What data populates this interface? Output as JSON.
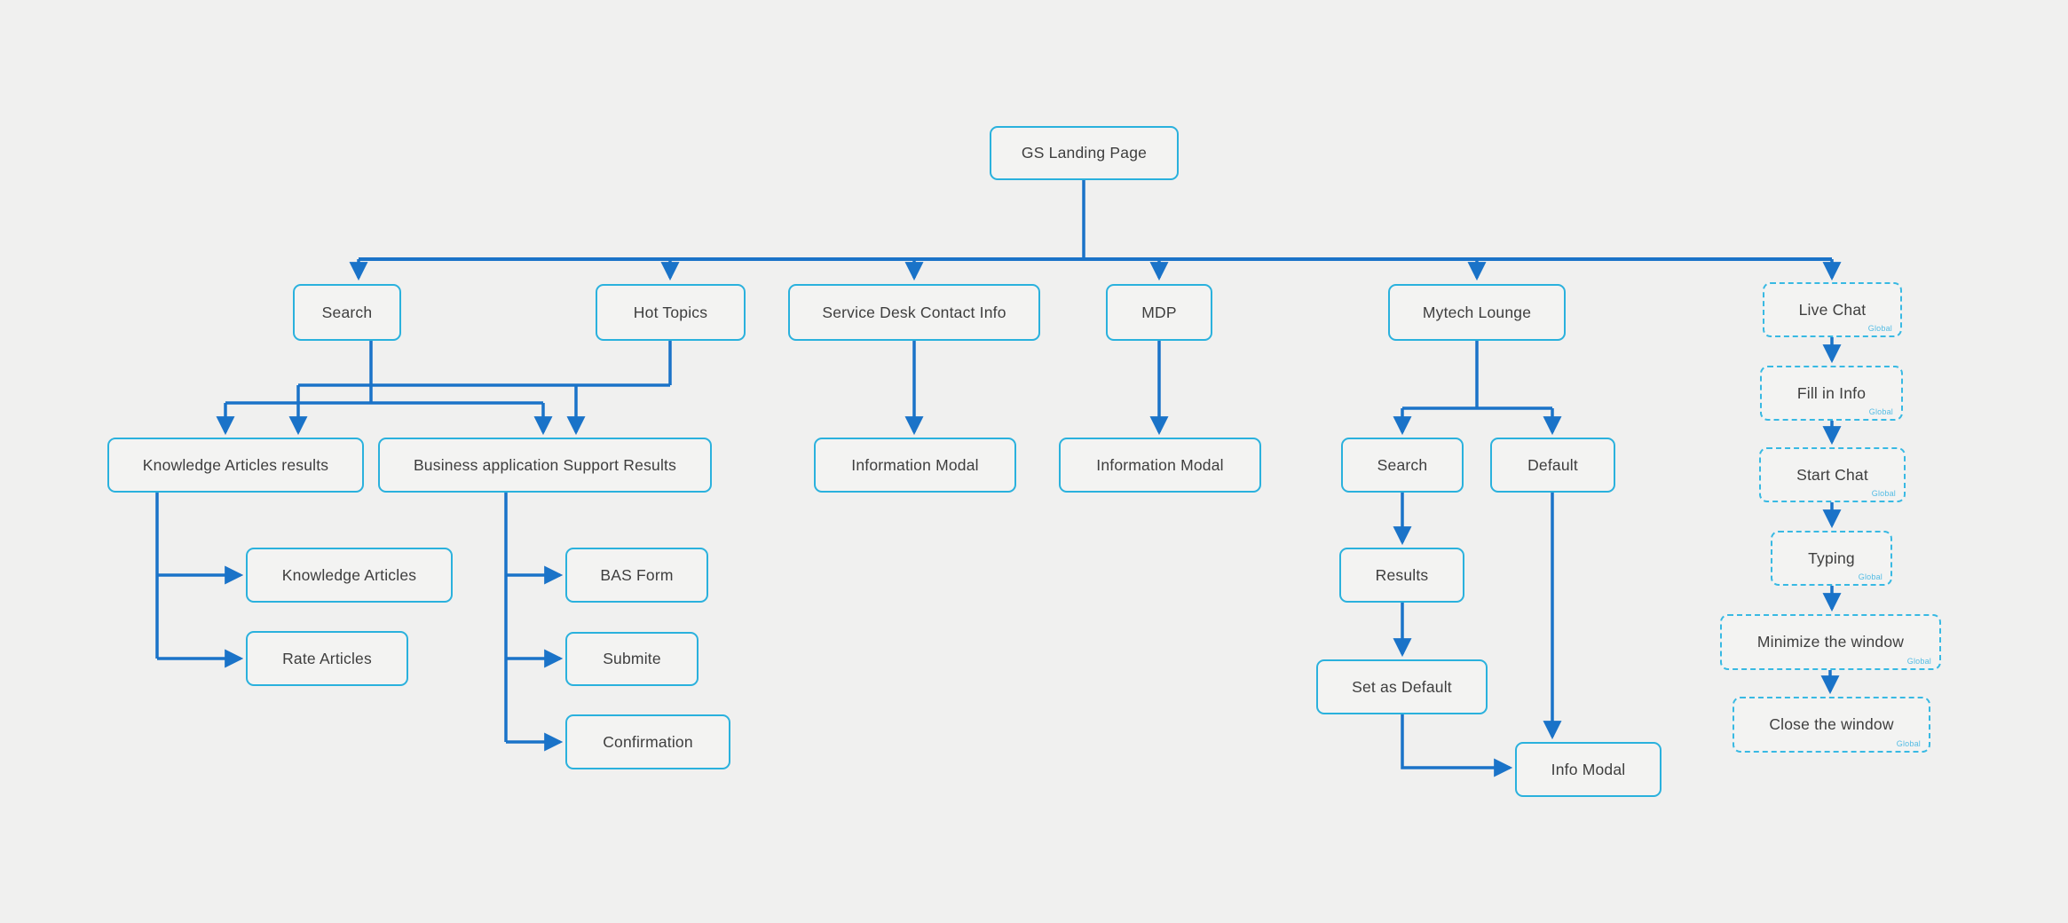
{
  "diagram": {
    "type": "flowchart-sitemap",
    "root": "GS Landing Page"
  },
  "colors": {
    "background": "#f0f0ef",
    "node_fill": "#f3f3f2",
    "node_border": "#2ab1dd",
    "dashed_node_border": "#38b9e3",
    "connector": "#1a73c8",
    "text": "#3e3e3e",
    "global_badge": "#54bce4"
  },
  "nodes": {
    "gs_landing_page": {
      "label": "GS Landing Page"
    },
    "search_main": {
      "label": "Search"
    },
    "hot_topics": {
      "label": "Hot Topics"
    },
    "service_desk_contact_info": {
      "label": "Service Desk Contact Info"
    },
    "mdp": {
      "label": "MDP"
    },
    "mytech_lounge": {
      "label": "Mytech Lounge"
    },
    "knowledge_articles_results": {
      "label": "Knowledge Articles results"
    },
    "business_application_support_results": {
      "label": "Business application Support Results"
    },
    "information_modal_service_desk": {
      "label": "Information Modal"
    },
    "information_modal_mdp": {
      "label": "Information Modal"
    },
    "search_mytech": {
      "label": "Search"
    },
    "default_mytech": {
      "label": "Default"
    },
    "knowledge_articles": {
      "label": "Knowledge Articles"
    },
    "bas_form": {
      "label": "BAS Form"
    },
    "results": {
      "label": "Results"
    },
    "rate_articles": {
      "label": "Rate Articles"
    },
    "submite": {
      "label": "Submite"
    },
    "set_as_default": {
      "label": "Set as Default"
    },
    "confirmation": {
      "label": "Confirmation"
    },
    "info_modal_mytech": {
      "label": "Info Modal"
    },
    "live_chat": {
      "label": "Live Chat",
      "badge": "Global"
    },
    "fill_in_info": {
      "label": "Fill in Info",
      "badge": "Global"
    },
    "start_chat": {
      "label": "Start Chat",
      "badge": "Global"
    },
    "typing": {
      "label": "Typing",
      "badge": "Global"
    },
    "minimize_the_window": {
      "label": "Minimize the window",
      "badge": "Global"
    },
    "close_the_window": {
      "label": "Close the window",
      "badge": "Global"
    }
  },
  "edges": [
    {
      "from": "gs_landing_page",
      "to": "search_main"
    },
    {
      "from": "gs_landing_page",
      "to": "hot_topics"
    },
    {
      "from": "gs_landing_page",
      "to": "service_desk_contact_info"
    },
    {
      "from": "gs_landing_page",
      "to": "mdp"
    },
    {
      "from": "gs_landing_page",
      "to": "mytech_lounge"
    },
    {
      "from": "gs_landing_page",
      "to": "live_chat"
    },
    {
      "from": "search_main",
      "to": "knowledge_articles_results"
    },
    {
      "from": "search_main",
      "to": "business_application_support_results"
    },
    {
      "from": "hot_topics",
      "to": "knowledge_articles_results"
    },
    {
      "from": "hot_topics",
      "to": "business_application_support_results"
    },
    {
      "from": "service_desk_contact_info",
      "to": "information_modal_service_desk"
    },
    {
      "from": "mdp",
      "to": "information_modal_mdp"
    },
    {
      "from": "mytech_lounge",
      "to": "search_mytech"
    },
    {
      "from": "mytech_lounge",
      "to": "default_mytech"
    },
    {
      "from": "knowledge_articles_results",
      "to": "knowledge_articles"
    },
    {
      "from": "knowledge_articles_results",
      "to": "rate_articles"
    },
    {
      "from": "business_application_support_results",
      "to": "bas_form"
    },
    {
      "from": "business_application_support_results",
      "to": "submite"
    },
    {
      "from": "business_application_support_results",
      "to": "confirmation"
    },
    {
      "from": "search_mytech",
      "to": "results"
    },
    {
      "from": "results",
      "to": "set_as_default"
    },
    {
      "from": "set_as_default",
      "to": "info_modal_mytech"
    },
    {
      "from": "default_mytech",
      "to": "info_modal_mytech"
    },
    {
      "from": "live_chat",
      "to": "fill_in_info"
    },
    {
      "from": "fill_in_info",
      "to": "start_chat"
    },
    {
      "from": "start_chat",
      "to": "typing"
    },
    {
      "from": "typing",
      "to": "minimize_the_window"
    },
    {
      "from": "minimize_the_window",
      "to": "close_the_window"
    }
  ]
}
